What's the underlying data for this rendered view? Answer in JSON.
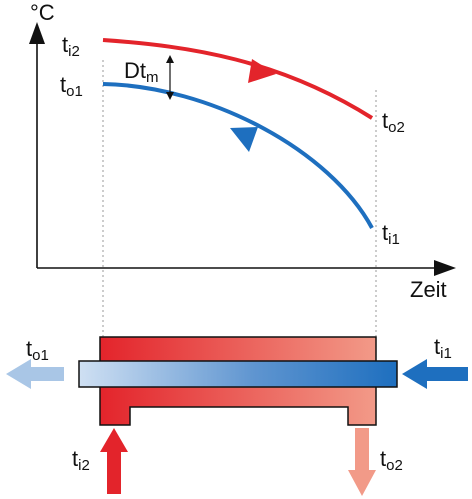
{
  "axes": {
    "y_unit": "°C",
    "x_label": "Zeit"
  },
  "chart_labels": {
    "hot_in": {
      "base": "t",
      "sub": "i2"
    },
    "cold_out": {
      "base": "t",
      "sub": "o1"
    },
    "hot_out": {
      "base": "t",
      "sub": "o2"
    },
    "cold_in": {
      "base": "t",
      "sub": "i1"
    },
    "mean_diff": {
      "base": "Dt",
      "sub": "m"
    }
  },
  "exchanger_labels": {
    "cold_out": {
      "base": "t",
      "sub": "o1"
    },
    "cold_in": {
      "base": "t",
      "sub": "i1"
    },
    "hot_in": {
      "base": "t",
      "sub": "i2"
    },
    "hot_out": {
      "base": "t",
      "sub": "o2"
    }
  },
  "colors": {
    "hot": "#e3242b",
    "hot_light": "#f29a88",
    "cold": "#1e6fbf",
    "cold_light": "#a9c6e6",
    "axis": "#111111"
  }
}
